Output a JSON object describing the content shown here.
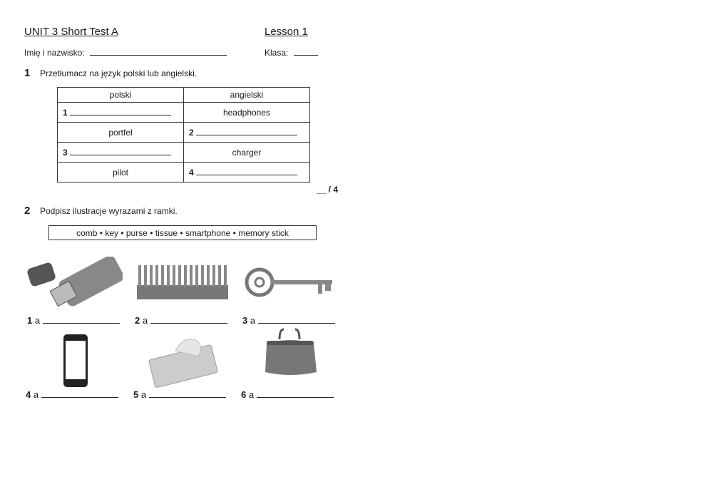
{
  "header": {
    "title": "UNIT 3 Short Test A",
    "lesson": "Lesson 1",
    "name_label": "Imię i nazwisko:",
    "class_label": "Klasa:"
  },
  "ex1": {
    "number": "1",
    "instruction": "Przetłumacz na język polski lub angielski.",
    "col_pl": "polski",
    "col_en": "angielski",
    "rows": [
      {
        "num": "1",
        "en": "headphones"
      },
      {
        "pl": "portfel",
        "num": "2"
      },
      {
        "num": "3",
        "en": "charger"
      },
      {
        "pl": "pilot",
        "num": "4"
      }
    ],
    "score": "__ / 4"
  },
  "ex2": {
    "number": "2",
    "instruction": "Podpisz ilustracje wyrazami z ramki.",
    "word_box": "comb • key • purse • tissue • smartphone • memory stick",
    "items": [
      {
        "num": "1",
        "article": "a",
        "icon": "memory-stick-icon"
      },
      {
        "num": "2",
        "article": "a",
        "icon": "comb-icon"
      },
      {
        "num": "3",
        "article": "a",
        "icon": "key-icon"
      },
      {
        "num": "4",
        "article": "a",
        "icon": "smartphone-icon"
      },
      {
        "num": "5",
        "article": "a",
        "icon": "tissue-icon"
      },
      {
        "num": "6",
        "article": "a",
        "icon": "purse-icon"
      }
    ]
  }
}
